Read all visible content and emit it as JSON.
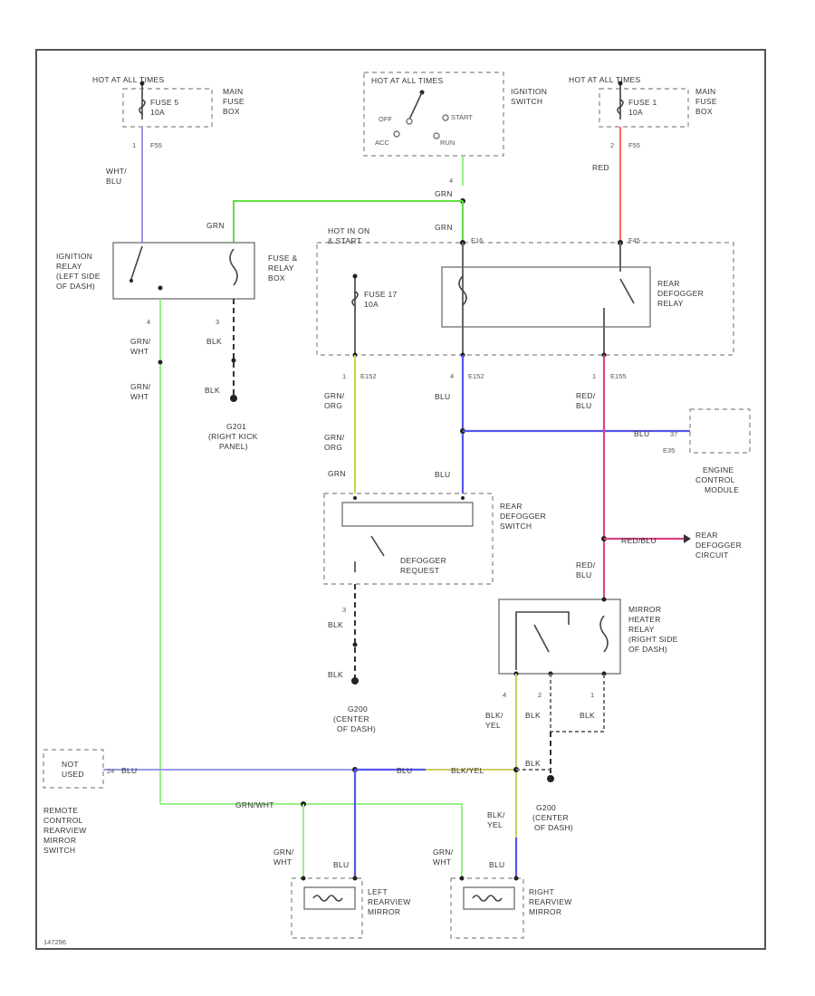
{
  "labels": {
    "hot_all_times_l": "HOT AT ALL TIMES",
    "hot_all_times_r": "HOT AT ALL TIMES",
    "hot_all_times_c": "HOT AT ALL TIMES",
    "fuse5": "FUSE 5",
    "fuse5_amp": "10A",
    "fuse1": "FUSE 1",
    "fuse1_amp": "10A",
    "main_fuse_box_l": [
      "MAIN",
      "FUSE",
      "BOX"
    ],
    "main_fuse_box_r": [
      "MAIN",
      "FUSE",
      "BOX"
    ],
    "ignition_switch": [
      "IGNITION",
      "SWITCH"
    ],
    "off": "OFF",
    "start": "START",
    "acc": "ACC",
    "run": "RUN",
    "ignition_relay": [
      "IGNITION",
      "RELAY",
      "(LEFT SIDE",
      "OF DASH)"
    ],
    "fuse_relay_box": [
      "FUSE &",
      "RELAY",
      "BOX"
    ],
    "hot_in_on": [
      "HOT IN ON",
      "& START"
    ],
    "fuse17": "FUSE 17",
    "fuse17_amp": "10A",
    "rear_defogger_relay": [
      "REAR",
      "DEFOGGER",
      "RELAY"
    ],
    "rear_defogger_switch": [
      "REAR",
      "DEFOGGER",
      "SWITCH"
    ],
    "defogger_request": [
      "DEFOGGER",
      "REQUEST"
    ],
    "engine_control_module": [
      "ENGINE",
      "CONTROL",
      "MODULE"
    ],
    "rear_defogger_circuit": [
      "REAR",
      "DEFOGGER",
      "CIRCUIT"
    ],
    "mirror_heater_relay": [
      "MIRROR",
      "HEATER",
      "RELAY",
      "(RIGHT SIDE",
      "OF DASH)"
    ],
    "g201": [
      "G201",
      "(RIGHT KICK",
      "PANEL)"
    ],
    "g201_ref": "BLK",
    "g200_a": [
      "G200",
      "(CENTER",
      "OF DASH)"
    ],
    "g200_b": [
      "G200",
      "(CENTER",
      "OF DASH)"
    ],
    "not_used": [
      "NOT",
      "USED"
    ],
    "remote_mirror_switch": [
      "REMOTE",
      "CONTROL",
      "REARVIEW",
      "MIRROR",
      "SWITCH"
    ],
    "left_mirror": [
      "LEFT",
      "REARVIEW",
      "MIRROR"
    ],
    "right_mirror": [
      "RIGHT",
      "REARVIEW",
      "MIRROR"
    ],
    "diagram_id": "147296"
  },
  "wires": {
    "wht_blu": [
      "WHT/",
      "BLU"
    ],
    "red_top": "RED",
    "grn_a": "GRN",
    "grn_b": "GRN",
    "grn_c": "GRN",
    "grn_wht_a": [
      "GRN/",
      "WHT"
    ],
    "grn_wht_b": [
      "GRN/",
      "WHT"
    ],
    "blk_a": "BLK",
    "grn_org_a": [
      "GRN/",
      "ORG"
    ],
    "grn_org_b": [
      "GRN/",
      "ORG"
    ],
    "grn_d": "GRN",
    "blu_a": "BLU",
    "blu_b": "BLU",
    "red_blu_a": [
      "RED/",
      "BLU"
    ],
    "red_blu_b": [
      "RED/",
      "BLU"
    ],
    "red_blu_c": "RED/BLU",
    "blu_ecm": "BLU",
    "blk_b": "BLK",
    "blk_c": "BLK",
    "blk_yel_a": [
      "BLK/",
      "YEL"
    ],
    "blk_d": "BLK",
    "blk_e": "BLK",
    "blk_f": "BLK",
    "blu_c": "BLU",
    "blu_d": "BLU",
    "blk_yel_b": "BLK/YEL",
    "blk_yel_c": [
      "BLK/",
      "YEL"
    ],
    "grn_wht_c": "GRN/WHT",
    "grn_wht_d": [
      "GRN/",
      "WHT"
    ],
    "grn_wht_e": [
      "GRN/",
      "WHT"
    ],
    "blu_e": "BLU",
    "blu_f": "BLU"
  },
  "pins": {
    "p_f5": "1",
    "p_f5_conn": "F55",
    "p_f1": "2",
    "p_f1_conn": "F55",
    "p_ign": "4",
    "p_ir1": "4",
    "p_ir2": "3",
    "p_e16": "E16",
    "p_f45": "F45",
    "p_f17": "1",
    "p_e152": "E152",
    "p_blu": "4",
    "p_e153": "E152",
    "p_red": "1",
    "p_e155": "E155",
    "p_e35": "E35",
    "p_ecm": "37",
    "p_sw3": "3",
    "p_mhr4": "4",
    "p_mhr2": "2",
    "p_mhr1": "1",
    "p_nu": "24"
  },
  "colors": {
    "wire_green": "#66dd44",
    "wire_blue": "#5555ee",
    "wire_red": "#ff6666",
    "wire_pink": "#dd4488",
    "wire_yellow": "#cccc66"
  }
}
